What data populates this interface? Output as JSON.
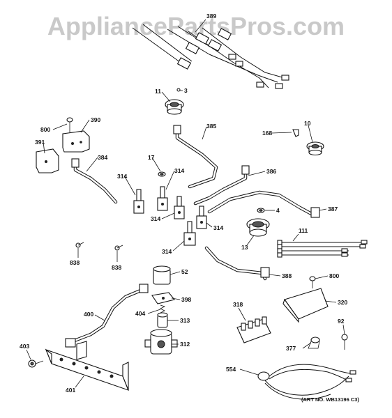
{
  "watermark": "AppliancePartsPros.com",
  "art_number": "(ART NO. WB13196 C3)",
  "callouts": {
    "c_top": "389",
    "c11": "11",
    "c3": "3",
    "c385": "385",
    "c168": "168",
    "c10": "10",
    "c800a": "800",
    "c390": "390",
    "c391": "391",
    "c384": "384",
    "c17": "17",
    "c314a": "314",
    "c314b": "314",
    "c386": "386",
    "c4": "4",
    "c387": "387",
    "c314c": "314",
    "c314d": "314",
    "c13": "13",
    "c111": "111",
    "c314e": "314",
    "c838a": "838",
    "c838b": "838",
    "c52": "52",
    "c388": "388",
    "c800b": "800",
    "c398": "398",
    "c400": "400",
    "c404": "404",
    "c313": "313",
    "c318": "318",
    "c320": "320",
    "c92": "92",
    "c312": "312",
    "c403": "403",
    "c377": "377",
    "c554": "554",
    "c401": "401"
  }
}
